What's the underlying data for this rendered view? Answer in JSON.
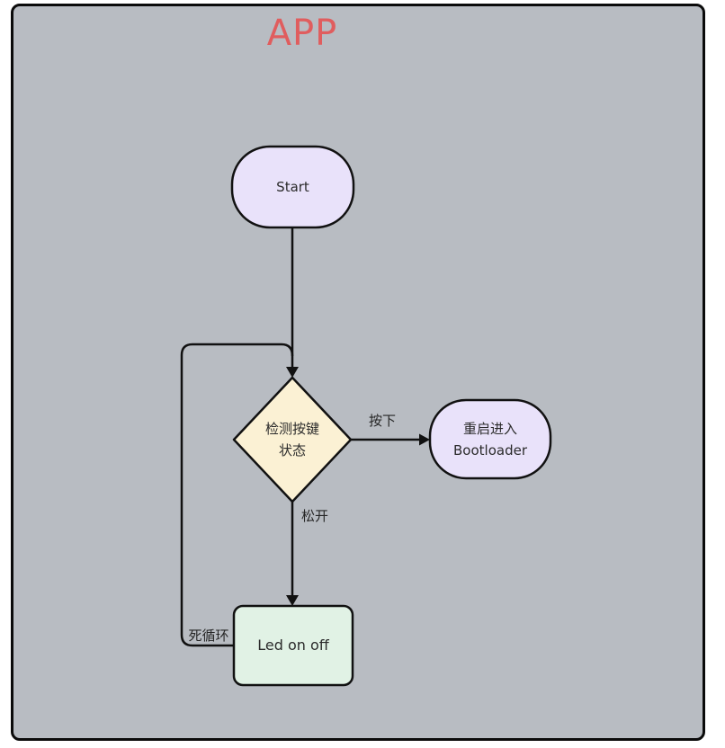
{
  "title": "APP",
  "colors": {
    "frame_background": "#b8bcc2",
    "title": "#e05d5e",
    "node_purple": "#e9e2fa",
    "node_yellow": "#fbf1d4",
    "node_green": "#e1f2e5",
    "stroke": "#111111"
  },
  "nodes": {
    "start": {
      "label": "Start"
    },
    "decision": {
      "line1": "检测按键",
      "line2": "状态"
    },
    "bootloader": {
      "line1": "重启进入",
      "line2": "Bootloader"
    },
    "led": {
      "label": "Led on off"
    }
  },
  "edge_labels": {
    "press": "按下",
    "release": "松开",
    "infinite_loop": "死循环"
  }
}
